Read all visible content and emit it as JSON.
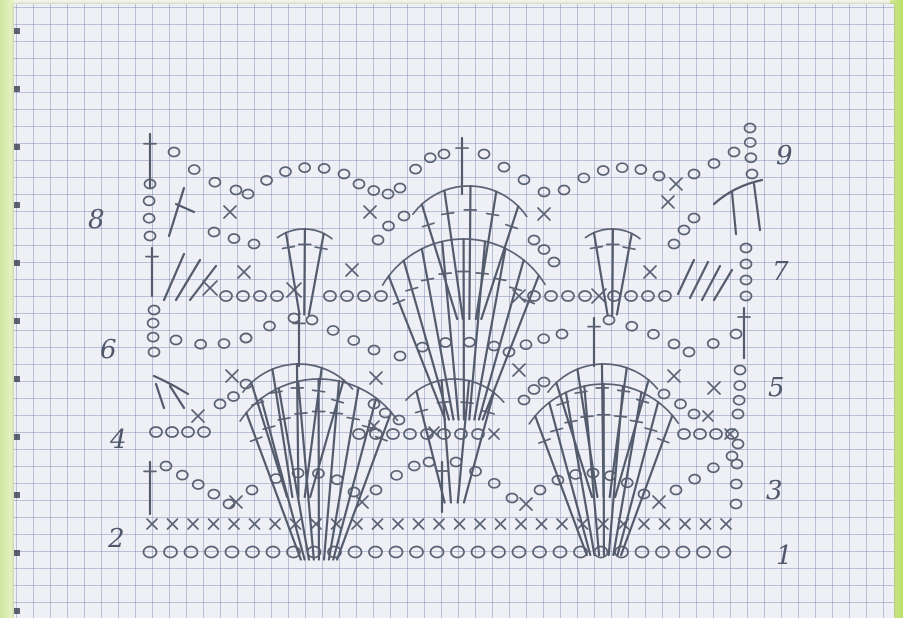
{
  "row_labels": [
    {
      "number": "1",
      "side": "right"
    },
    {
      "number": "2",
      "side": "left"
    },
    {
      "number": "3",
      "side": "right"
    },
    {
      "number": "4",
      "side": "left"
    },
    {
      "number": "5",
      "side": "right"
    },
    {
      "number": "6",
      "side": "left"
    },
    {
      "number": "7",
      "side": "right"
    },
    {
      "number": "8",
      "side": "left"
    },
    {
      "number": "9",
      "side": "right"
    }
  ],
  "symbols": {
    "chain": "o",
    "single_crochet": "x",
    "double_crochet": "†"
  },
  "colors": {
    "paper": "#eef0f6",
    "grid": "#7882aa",
    "pencil": "#545b6c",
    "background": "#d8ec9c"
  }
}
